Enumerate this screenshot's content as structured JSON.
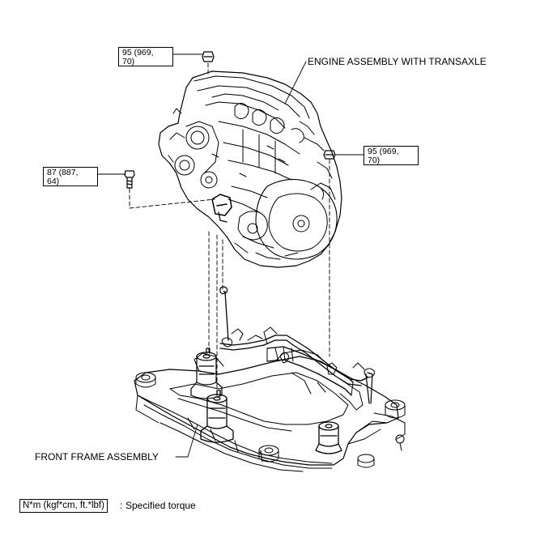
{
  "callouts": {
    "engine": "ENGINE ASSEMBLY WITH TRANSAXLE",
    "frame": "FRONT FRAME ASSEMBLY"
  },
  "torques": [
    {
      "line1": "95 (969,",
      "line2": "70)"
    },
    {
      "line1": "95 (969,",
      "line2": "70)"
    },
    {
      "line1": "87 (887,",
      "line2": "64)"
    }
  ],
  "legend": {
    "unit": "N*m (kgf*cm, ft.*lbf)",
    "separator": ":",
    "description": "Specified torque"
  }
}
